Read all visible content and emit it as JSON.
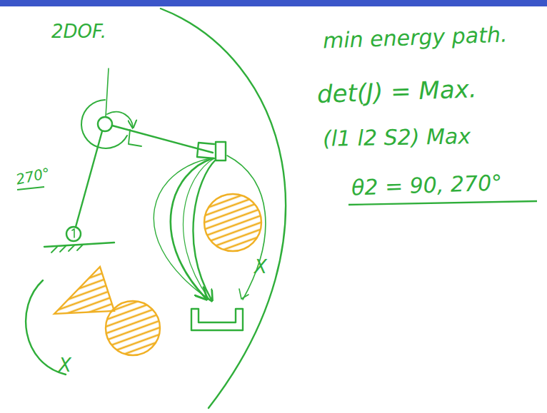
{
  "diagram": {
    "labels": [
      "2DOF.",
      "270°",
      "min energy path.",
      "det(J) = Max.",
      "(l1 l2 S2) Max",
      "θ2 = 90, 270°",
      "X",
      "X"
    ]
  }
}
